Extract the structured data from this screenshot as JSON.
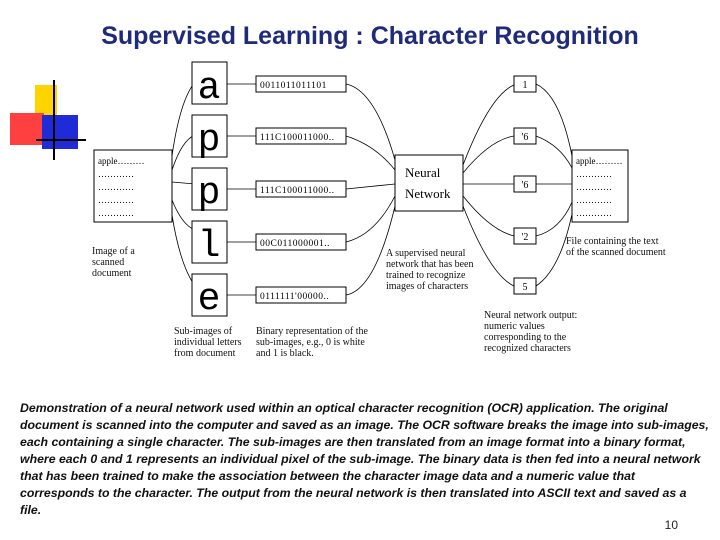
{
  "slide": {
    "title": "Supervised Learning : Character Recognition",
    "page_number": "10",
    "caption": "Demonstration of a neural network used within an optical character recognition (OCR) application. The original document is scanned into the computer and saved as an image. The OCR software breaks the image into sub-images, each containing a single character. The sub-images are then translated from an image format into a binary format, where each 0 and 1 represents an individual pixel of the sub-image. The binary data is then fed into a neural network that has been trained to make the association between the character image data and a numeric value that corresponds to the character. The output from the neural network is then translated into ASCII text and saved as a file."
  },
  "diagram": {
    "scanned_doc": {
      "first_line": "apple………",
      "label": "Image of a scanned document"
    },
    "characters": [
      "a",
      "p",
      "p",
      "l",
      "e"
    ],
    "binaries": [
      "0011011011101",
      "111C100011000..",
      "111C100011000..",
      "00C011000001..",
      "0111111'00000.."
    ],
    "outputs": [
      "1",
      "'6",
      "'6",
      "'2",
      "5"
    ],
    "network_label": [
      "Neural",
      "Network"
    ],
    "output_doc": {
      "first_line": "apple………",
      "label": "File containing the text of the scanned document"
    },
    "labels": {
      "sub_images": "Sub-images of individual letters from document",
      "binary": "Binary representation of the sub-images, e.g., 0 is white and 1 is black.",
      "network": "A supervised neural network that has been trained to recognize images of characters",
      "outputs": "Neural network output: numeric values corresponding to the recognized characters"
    }
  },
  "colors": {
    "title": "#1f2a7a",
    "logo_yellow": "#ffd400",
    "logo_red": "#ff3030",
    "logo_blue": "#1f2bd6"
  }
}
